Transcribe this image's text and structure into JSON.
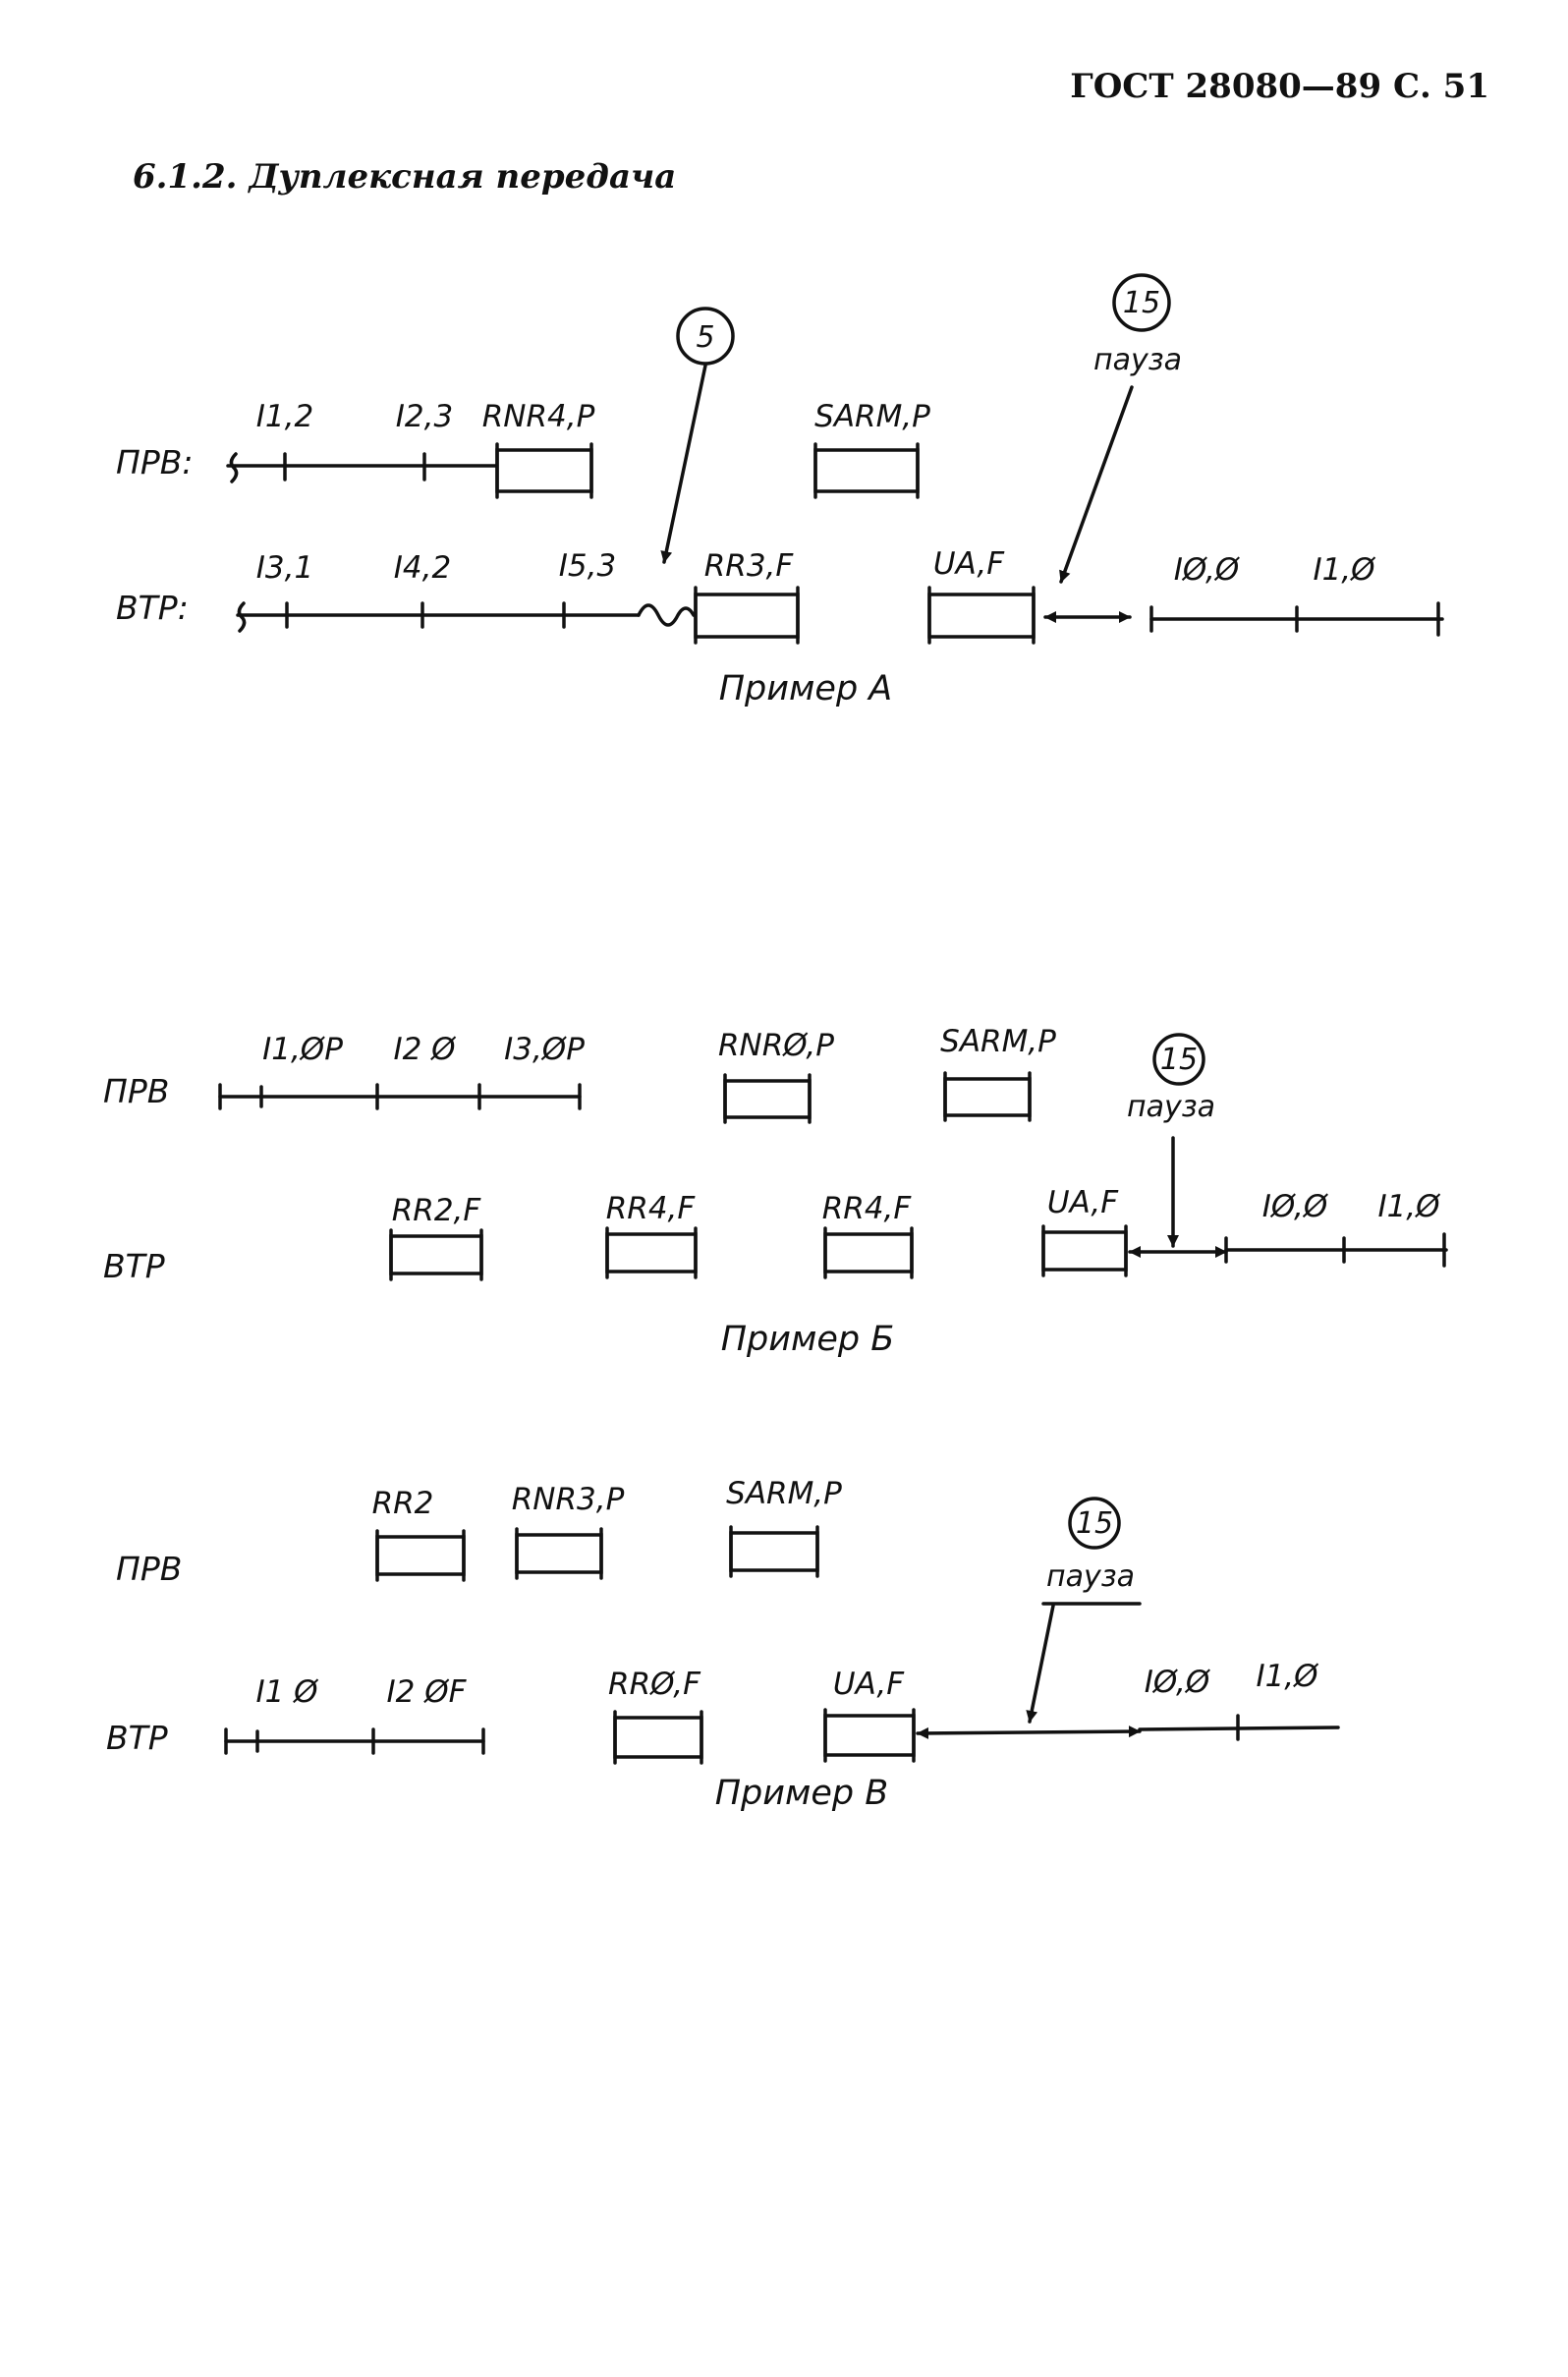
{
  "header": {
    "page_ref": "ГОСТ 28080—89 С. 51"
  },
  "section": {
    "title": "6.1.2. Дуплексная передача"
  },
  "examples": [
    {
      "caption": "Пример А",
      "rows": {
        "top": "ПРВ:",
        "bottom": "ВТР:"
      },
      "top_labels": [
        "I1,2",
        "I2,3",
        "RNR4,P",
        "SARM,P"
      ],
      "bottom_labels": [
        "I3,1",
        "I4,2",
        "I5,3",
        "RR3,F",
        "UA,F",
        "IØ,Ø",
        "I1,Ø"
      ],
      "markers": [
        {
          "number": "5"
        },
        {
          "number": "15",
          "text": "пауза"
        }
      ]
    },
    {
      "caption": "Пример Б",
      "rows": {
        "top": "ПРВ",
        "bottom": "ВТР"
      },
      "top_labels": [
        "I1,ØP",
        "I2 Ø",
        "I3,ØP",
        "RNRØ,P",
        "SARM,P"
      ],
      "bottom_labels": [
        "RR2,F",
        "RR4,F",
        "RR4,F",
        "UA,F",
        "IØ,Ø",
        "I1,Ø"
      ],
      "markers": [
        {
          "number": "15",
          "text": "пауза"
        }
      ]
    },
    {
      "caption": "Пример В",
      "rows": {
        "top": "ПРВ",
        "bottom": "ВТР"
      },
      "top_labels": [
        "RR2",
        "RNR3,P",
        "SARM,P"
      ],
      "bottom_labels": [
        "I1 Ø",
        "I2 ØF",
        "RRØ,F",
        "UA,F",
        "IØ,Ø",
        "I1,Ø"
      ],
      "markers": [
        {
          "number": "15",
          "text": "пауза"
        }
      ]
    }
  ]
}
